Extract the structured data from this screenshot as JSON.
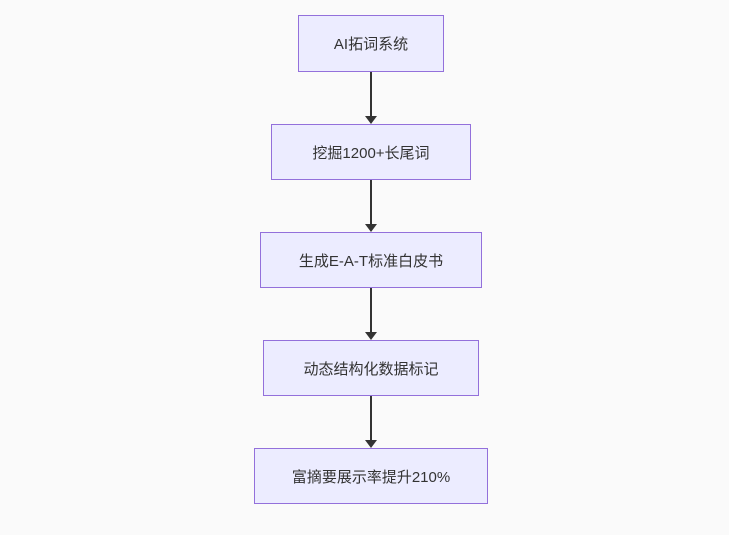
{
  "diagram": {
    "type": "flowchart",
    "direction": "top-down",
    "colors": {
      "background": "#fafafa",
      "node_fill": "#ECECFF",
      "node_border": "#9370DB",
      "arrow": "#333333",
      "text": "#333333"
    },
    "nodes": [
      {
        "id": "A",
        "label": "AI拓词系统"
      },
      {
        "id": "B",
        "label": "挖掘1200+长尾词"
      },
      {
        "id": "C",
        "label": "生成E-A-T标准白皮书"
      },
      {
        "id": "D",
        "label": "动态结构化数据标记"
      },
      {
        "id": "E",
        "label": "富摘要展示率提升210%"
      }
    ],
    "edges": [
      {
        "from": "A",
        "to": "B"
      },
      {
        "from": "B",
        "to": "C"
      },
      {
        "from": "C",
        "to": "D"
      },
      {
        "from": "D",
        "to": "E"
      }
    ]
  }
}
